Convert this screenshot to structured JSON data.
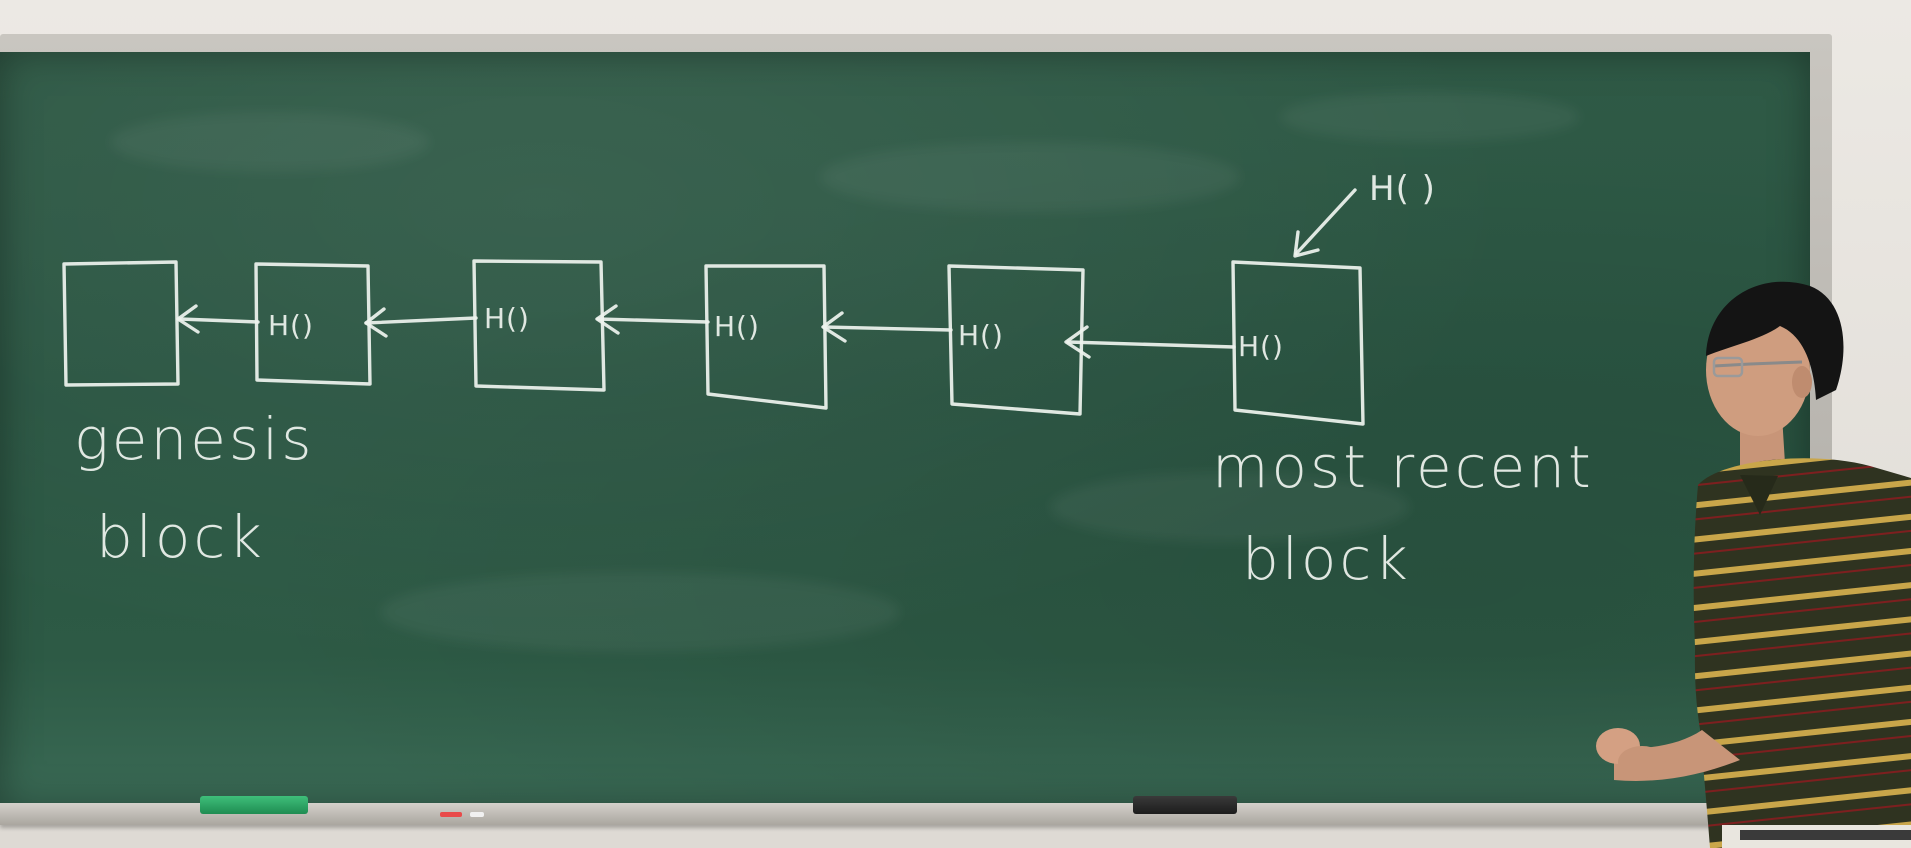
{
  "board": {
    "blocks": [
      {
        "label": ""
      },
      {
        "label": "H()"
      },
      {
        "label": "H()"
      },
      {
        "label": "H()"
      },
      {
        "label": "H()"
      },
      {
        "label": "H()"
      }
    ],
    "annotation": "H( )",
    "captions": {
      "genesis_line1": "genesis",
      "genesis_line2": "block",
      "recent_line1": "most recent",
      "recent_line2": "block"
    }
  },
  "colors": {
    "chalkboard": "#2c5743",
    "chalk": "#eef3ee",
    "frame": "#b9b6b0",
    "wall": "#e6e2dc",
    "shirt_stripes": "#c9a64a",
    "shirt_base": "#2f3320"
  }
}
